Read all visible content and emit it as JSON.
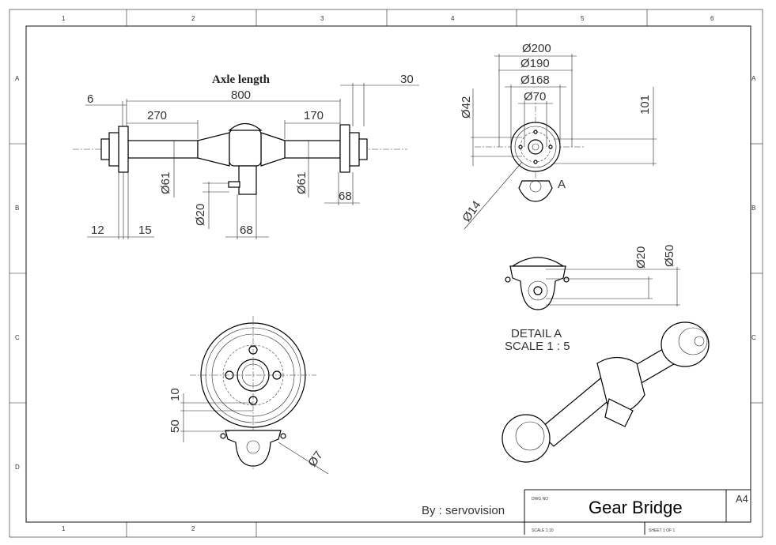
{
  "title_block": {
    "title": "Gear Bridge",
    "size": "A4",
    "dwg_no_label": "DWG NO",
    "scale_label": "SCALE 1:10",
    "sheet_label": "SHEET 1 OF 1",
    "author": "By : servovision"
  },
  "zones": {
    "columns": [
      "1",
      "2",
      "3",
      "4",
      "5",
      "6"
    ],
    "rows": [
      "A",
      "B",
      "C",
      "D"
    ]
  },
  "front_view": {
    "title": "Axle length",
    "dims": {
      "overall": "800",
      "left_offset": "6",
      "right_offset": "30",
      "left_len": "270",
      "right_len": "170",
      "left_dia": "Ø61",
      "right_dia": "Ø61",
      "pinion_dia": "Ø20",
      "pinion_width": "68",
      "hub_right_width": "68",
      "hub_left_a": "12",
      "hub_left_b": "15"
    }
  },
  "side_view": {
    "dims": {
      "d200": "Ø200",
      "d190": "Ø190",
      "d168": "Ø168",
      "d70": "Ø70",
      "d42": "Ø42",
      "h101": "101",
      "d14": "Ø14",
      "detail_ref": "A"
    }
  },
  "detail_view": {
    "label_line1": "DETAIL A",
    "label_line2": "SCALE 1 : 5",
    "dims": {
      "d20": "Ø20",
      "d50": "Ø50"
    }
  },
  "hub_view": {
    "dims": {
      "h10": "10",
      "h50": "50",
      "d7": "Ø7"
    }
  }
}
